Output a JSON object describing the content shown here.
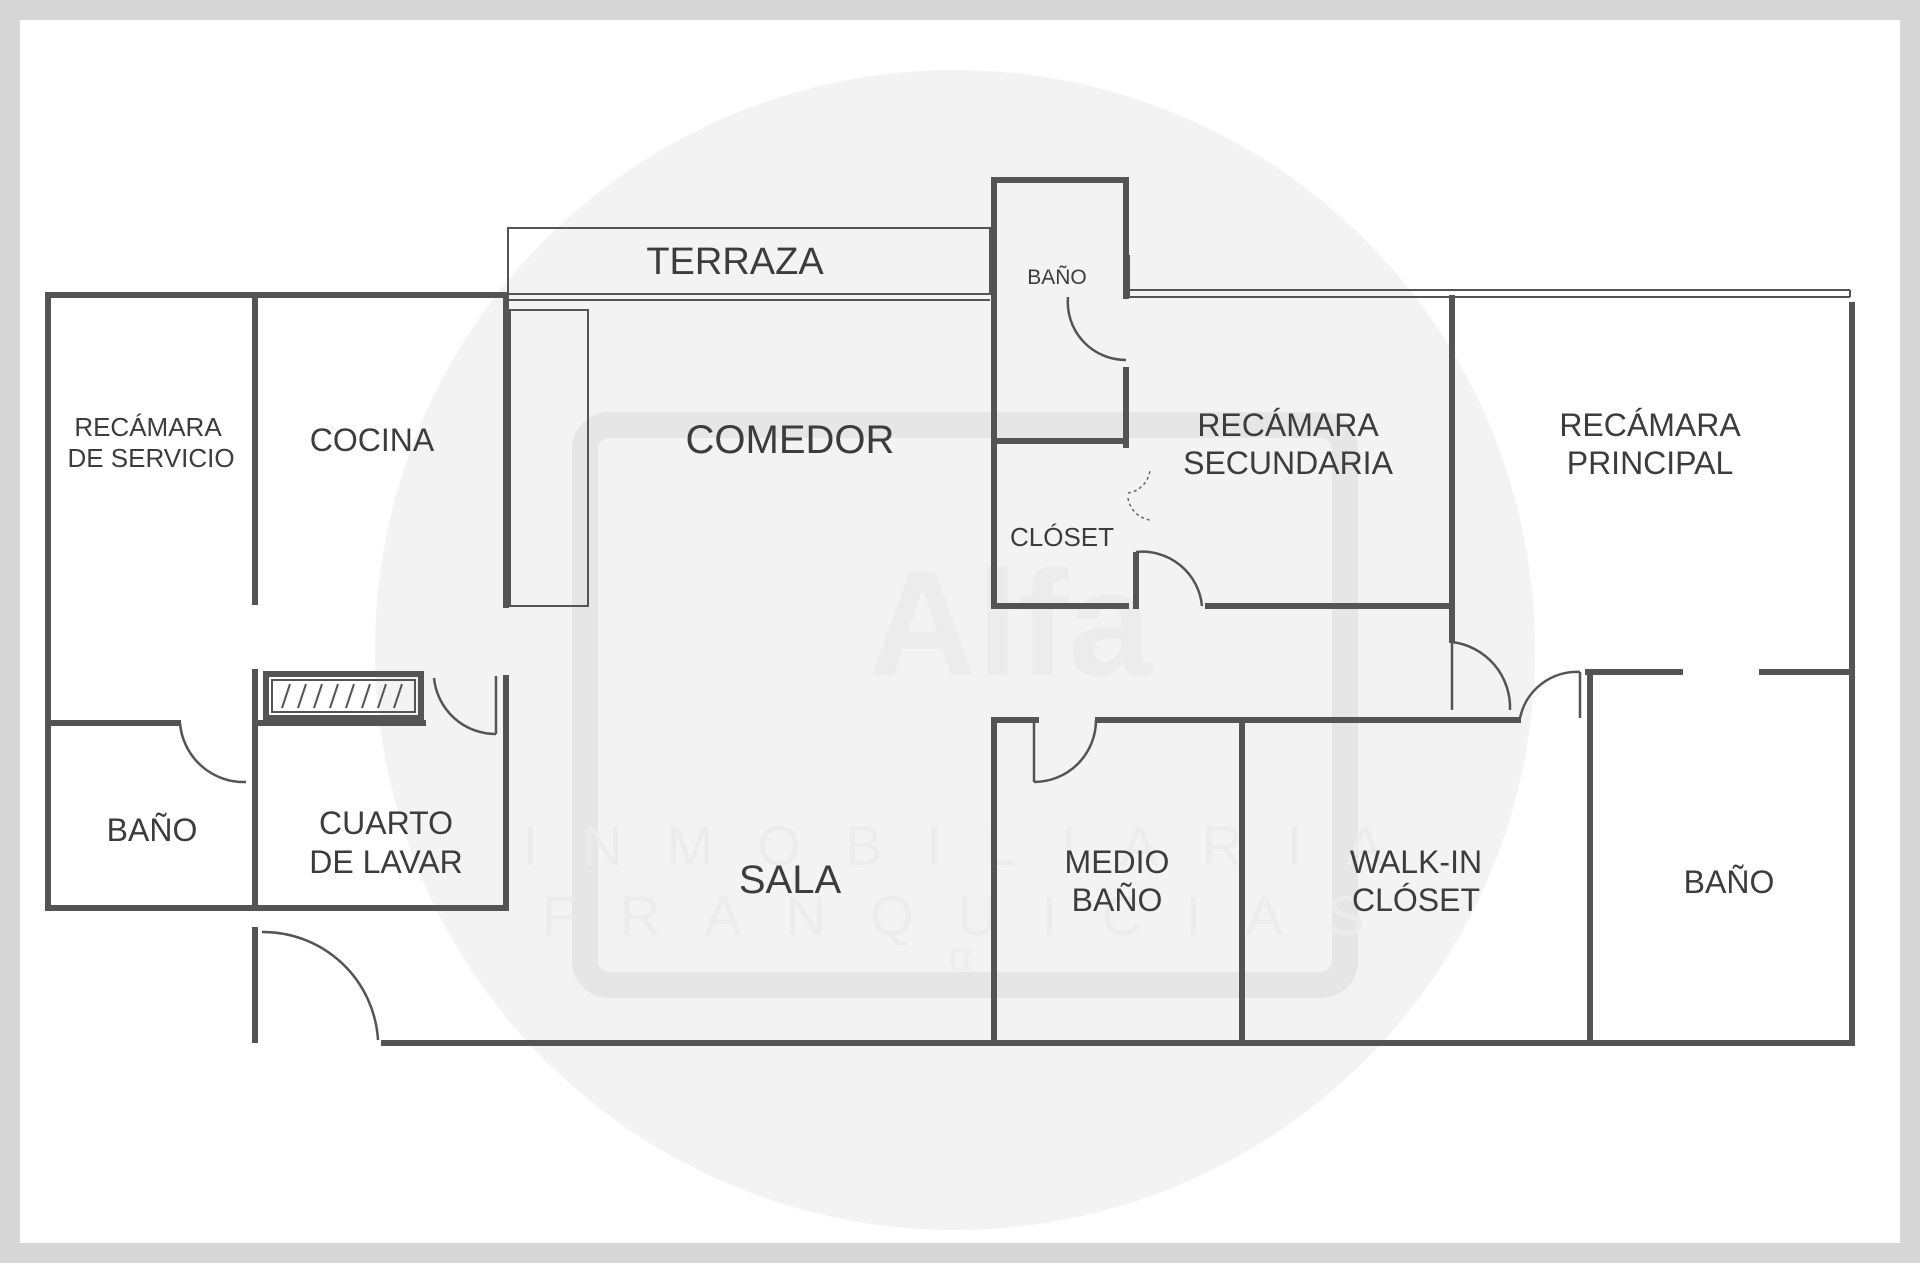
{
  "watermark": {
    "brand": "Alfa",
    "line1": "INMOBILIARIA",
    "line2": "FRANQUICIAS",
    "mark": "α"
  },
  "rooms": {
    "terraza": [
      "TERRAZA"
    ],
    "comedor": [
      "COMEDOR"
    ],
    "bano_superior": [
      "BAÑO"
    ],
    "recamara_servicio": [
      "RECÁMARA",
      "DE SERVICIO"
    ],
    "cocina": [
      "COCINA"
    ],
    "recamara_secundaria": [
      "RECÁMARA",
      "SECUNDARIA"
    ],
    "recamara_principal": [
      "RECÁMARA",
      "PRINCIPAL"
    ],
    "closet": [
      "CLÓSET"
    ],
    "bano_servicio": [
      "BAÑO"
    ],
    "cuarto_lavar": [
      "CUARTO",
      "DE LAVAR"
    ],
    "sala": [
      "SALA"
    ],
    "medio_bano": [
      "MEDIO",
      "BAÑO"
    ],
    "walk_in_closet": [
      "WALK-IN",
      "CLÓSET"
    ],
    "bano_principal": [
      "BAÑO"
    ]
  }
}
